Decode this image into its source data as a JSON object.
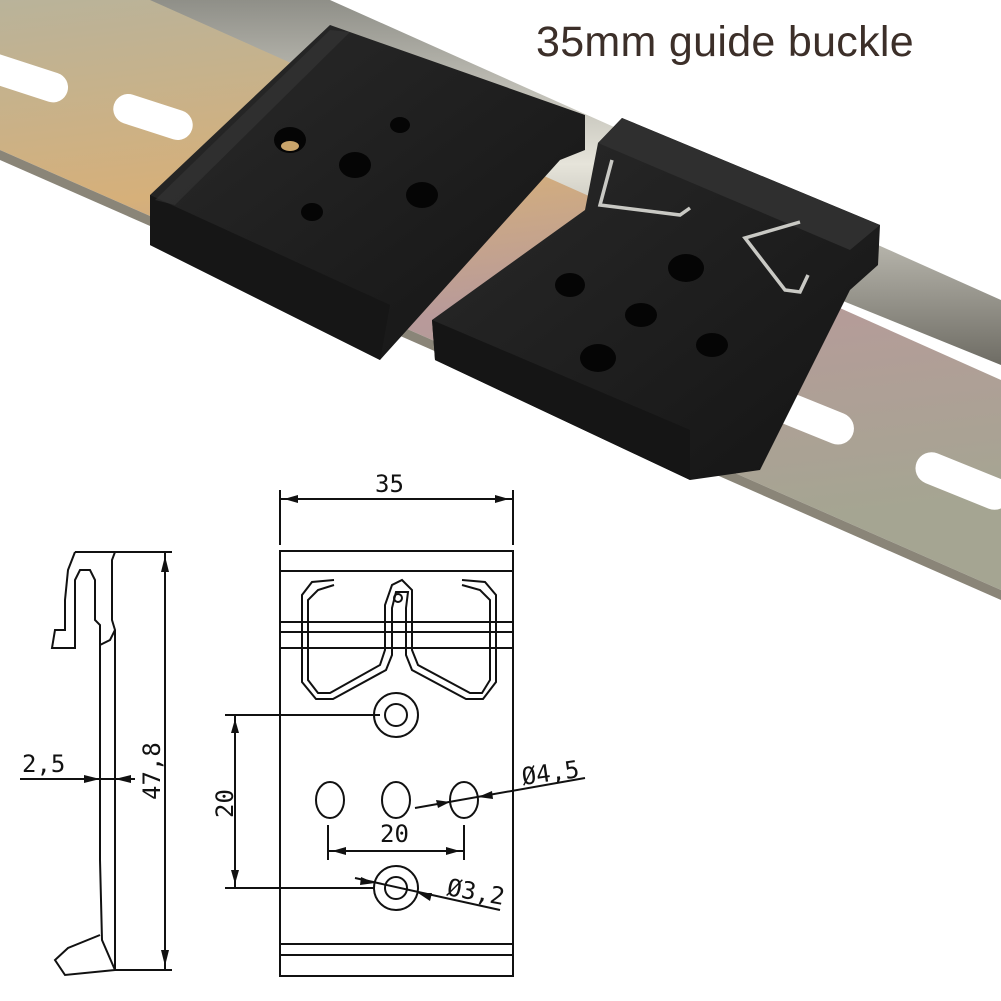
{
  "title": "35mm guide buckle",
  "colors": {
    "title_text": "#3c2f29",
    "clip_black": "#1b1b1b",
    "rail_gold": "#c8a66a",
    "rail_silver": "#a9a9a0",
    "line_drawing": "#111111"
  },
  "photo": {
    "subject": "two black DIN rail clips mounted on zinc-plated 35mm DIN rail",
    "left_clip": {
      "holes": 5,
      "spring_clip": false
    },
    "right_clip": {
      "holes": 5,
      "spring_clip": true
    }
  },
  "side_view": {
    "height_label": "47,8",
    "thickness_label": "2,5"
  },
  "front_view": {
    "width_label": "35",
    "vertical_spacing_label": "20",
    "horizontal_spacing_label": "20",
    "large_hole_label": "Ø4,5",
    "small_hole_label": "Ø3,2"
  }
}
